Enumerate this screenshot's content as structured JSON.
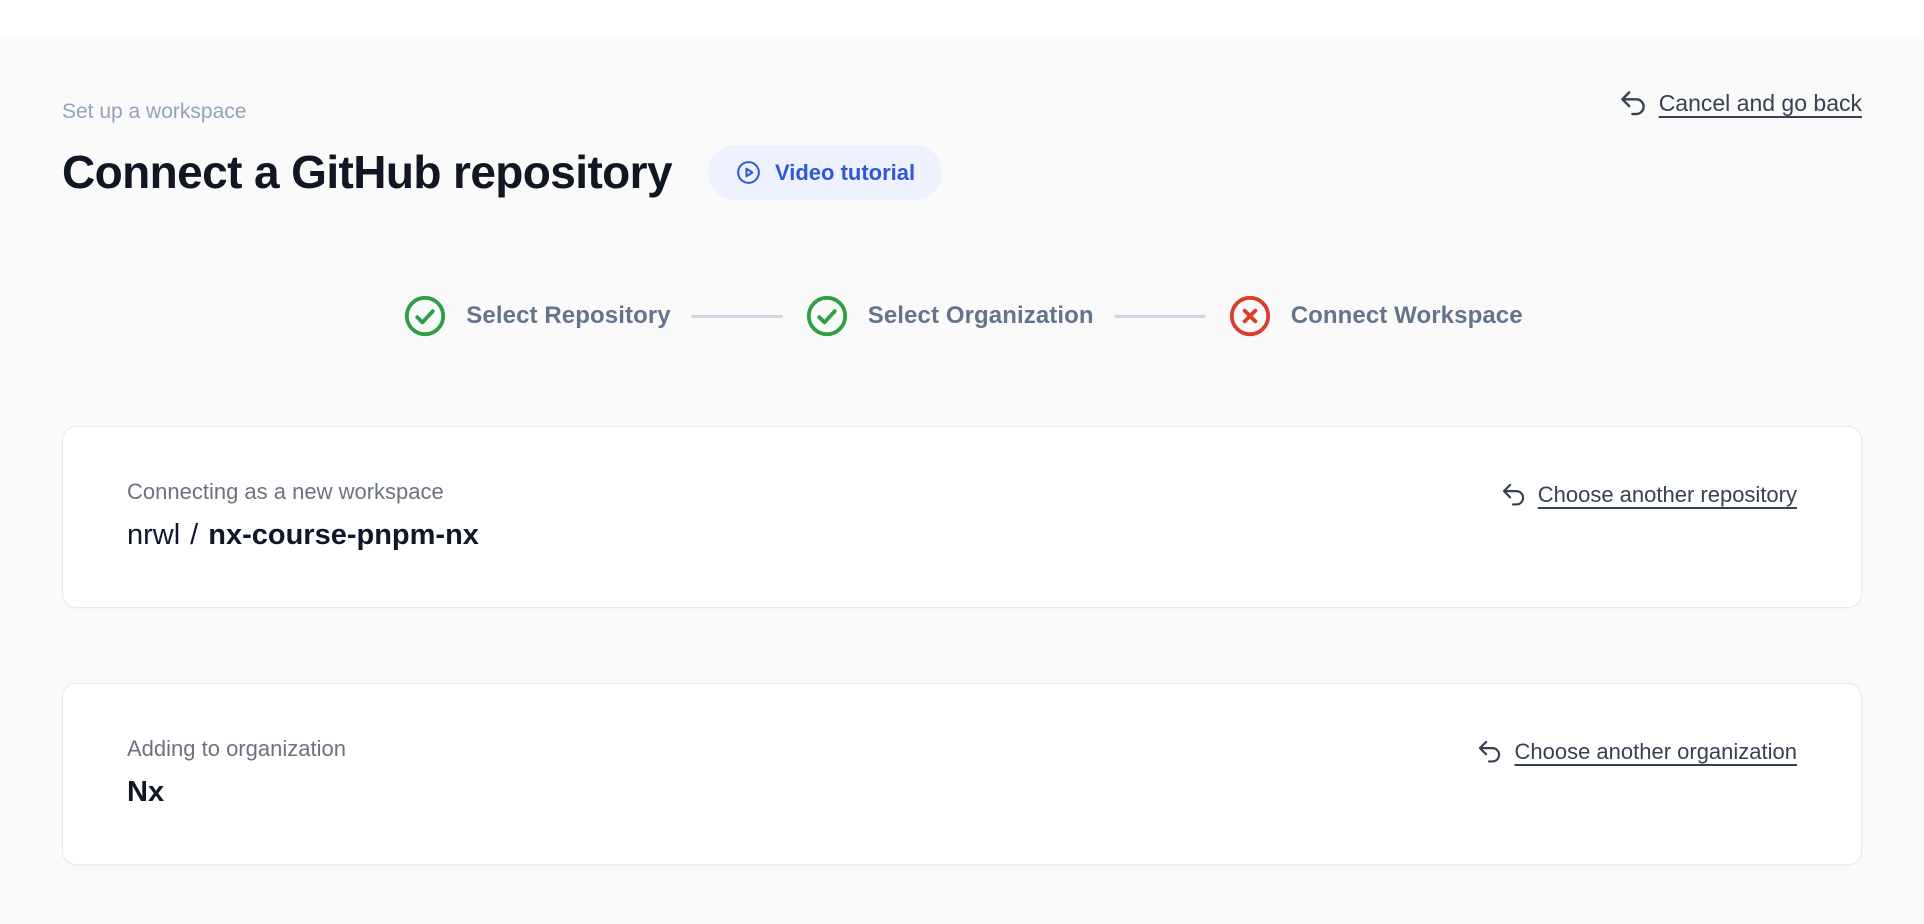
{
  "page": {
    "eyebrow": "Set up a workspace",
    "title": "Connect a GitHub repository",
    "video_button_label": "Video tutorial",
    "cancel_link_label": "Cancel and go back"
  },
  "stepper": {
    "steps": [
      {
        "label": "Select Repository",
        "status": "complete"
      },
      {
        "label": "Select Organization",
        "status": "complete"
      },
      {
        "label": "Connect Workspace",
        "status": "error"
      }
    ]
  },
  "repo_card": {
    "label": "Connecting as a new workspace",
    "owner": "nrwl",
    "separator": "/",
    "repo": "nx-course-pnpm-nx",
    "change_link_label": "Choose another repository"
  },
  "org_card": {
    "label": "Adding to organization",
    "org": "Nx",
    "change_link_label": "Choose another organization"
  },
  "colors": {
    "accent_blue": "#2d59d6",
    "accent_blue_bg": "#edf2fe",
    "success_green": "#2f9e44",
    "error_red": "#dc3d2a",
    "link_slate": "#374151",
    "muted_text": "#6b7280",
    "page_background": "#fafafb",
    "card_background": "#ffffff"
  }
}
